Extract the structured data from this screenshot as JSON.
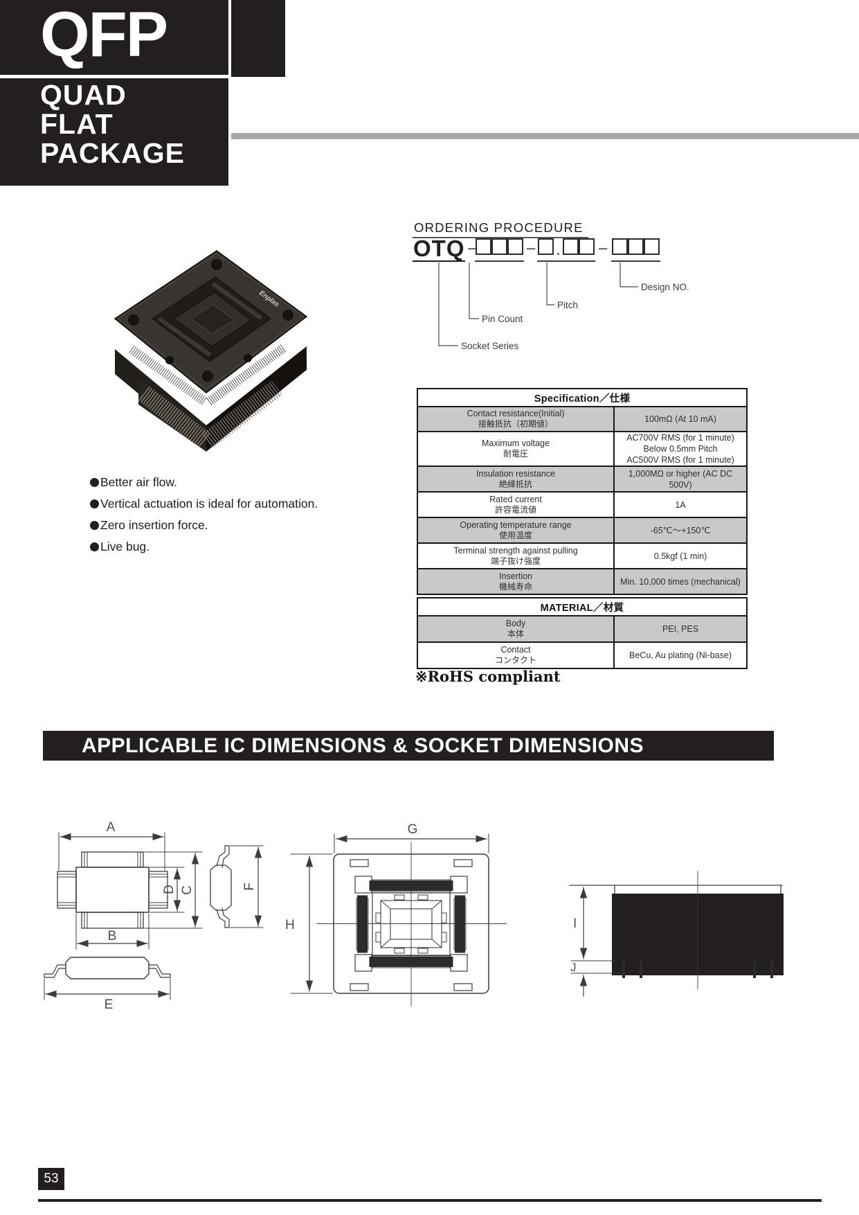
{
  "page": {
    "number": "53"
  },
  "header": {
    "title": "QFP",
    "subtitle_lines": [
      "QUAD",
      "FLAT",
      "PACKAGE"
    ]
  },
  "photo": {
    "brand": "Enplas"
  },
  "ordering": {
    "title": "ORDERING PROCEDURE",
    "code": "OTQ",
    "dash": "–",
    "dot": ".",
    "labels": {
      "socket_series": "Socket Series",
      "pin_count": "Pin Count",
      "pitch": "Pitch",
      "design_no": "Design NO."
    }
  },
  "features": [
    {
      "text": "Better air flow."
    },
    {
      "text": "Vertical actuation is ideal for automation."
    },
    {
      "text": "Zero insertion force."
    },
    {
      "text": "Live bug."
    }
  ],
  "spec_table": {
    "title": "Specification／仕様",
    "rows": [
      {
        "en": "Contact resistance(Initial)",
        "ja": "接触抵抗（初期値）",
        "value": "100mΩ (At 10 mA)"
      },
      {
        "en": "Maximum voltage",
        "ja": "耐電圧",
        "value": "AC700V RMS (for 1 minute)\nBelow 0.5mm Pitch\nAC500V RMS (for 1 minute)"
      },
      {
        "en": "Insulation resistance",
        "ja": "絶縁抵抗",
        "value": "1,000MΩ or higher (AC DC 500V)"
      },
      {
        "en": "Rated current",
        "ja": "許容電流値",
        "value": "1A"
      },
      {
        "en": "Operating temperature range",
        "ja": "使用温度",
        "value": "-65℃～+150℃"
      },
      {
        "en": "Terminal strength against pulling",
        "ja": "端子抜け強度",
        "value": "0.5kgf (1 min)"
      },
      {
        "en": "Insertion",
        "ja": "機械寿命",
        "value": "Min. 10,000 times (mechanical)"
      }
    ]
  },
  "material_table": {
    "title": "MATERIAL／材質",
    "rows": [
      {
        "en": "Body",
        "ja": "本体",
        "value": "PEI, PES"
      },
      {
        "en": "Contact",
        "ja": "コンタクト",
        "value": "BeCu, Au plating (Ni-base)"
      }
    ]
  },
  "rohs_note": "※RoHS compliant",
  "section_banner": "APPLICABLE IC DIMENSIONS & SOCKET DIMENSIONS",
  "dims": {
    "a": "A",
    "b": "B",
    "c": "C",
    "d": "D",
    "e": "E",
    "f": "F",
    "g": "G",
    "h": "H",
    "i": "I",
    "j": "J"
  },
  "colors": {
    "ink": "#241f1f",
    "table_shade": "#c9c9c9",
    "gray_bar": "#a8a8a8"
  }
}
